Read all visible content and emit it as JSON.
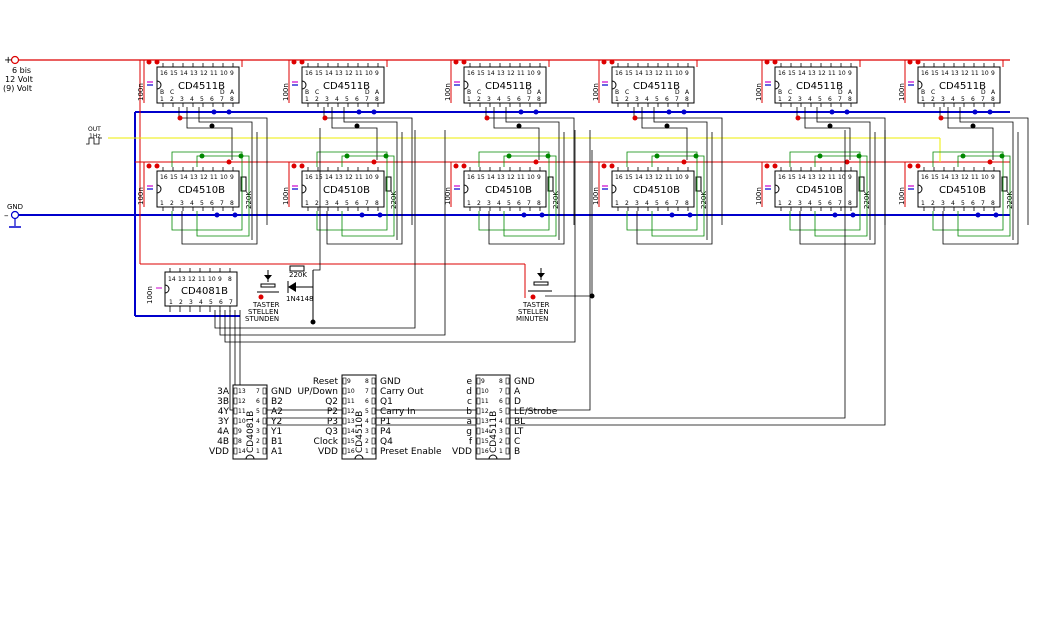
{
  "supply": {
    "plus_symbol": "+",
    "voltage_line1": "6 bis",
    "voltage_line2": "12 Volt",
    "voltage_line3": "(9) Volt",
    "gnd_label": "GND",
    "minus_symbol": "–"
  },
  "out": {
    "label1": "OUT",
    "label2": "1Hz"
  },
  "decoders": {
    "name": "CD4511B",
    "cap": "100n",
    "top_pins": [
      "16",
      "15",
      "14",
      "13",
      "12",
      "11",
      "10",
      "9"
    ],
    "bottom_pins": [
      "1",
      "2",
      "3",
      "4",
      "5",
      "6",
      "7",
      "8"
    ],
    "seg_row": [
      "B",
      "C",
      "",
      "",
      "",
      "",
      "D",
      "A"
    ]
  },
  "counters": {
    "name": "CD4510B",
    "cap": "100n",
    "res": "220K",
    "top_pins": [
      "16",
      "15",
      "14",
      "13",
      "12",
      "11",
      "10",
      "9"
    ],
    "bottom_pins": [
      "1",
      "2",
      "3",
      "4",
      "5",
      "6",
      "7",
      "8"
    ]
  },
  "gate": {
    "name": "CD4081B",
    "cap": "100n",
    "top_pins": [
      "14",
      "13",
      "12",
      "11",
      "10",
      "9",
      "8"
    ],
    "bottom_pins": [
      "1",
      "2",
      "3",
      "4",
      "5",
      "6",
      "7"
    ]
  },
  "parts": {
    "resistor": "220K",
    "diode": "1N4148",
    "switch_hours": [
      "TASTER",
      "STELLEN",
      "STUNDEN"
    ],
    "switch_minutes": [
      "TASTER",
      "STELLEN",
      "MINUTEN"
    ]
  },
  "pinouts": {
    "cd4081": {
      "name": "CD4081B",
      "left": [
        [
          "3A",
          "1"
        ],
        [
          "3B",
          "2"
        ],
        [
          "4Y",
          "3"
        ],
        [
          "3Y",
          "4"
        ],
        [
          "4A",
          "5"
        ],
        [
          "4B",
          "6"
        ],
        [
          "VDD",
          "7"
        ]
      ],
      "left_nums": [
        "13",
        "12",
        "11",
        "10",
        "9",
        "8",
        "14"
      ],
      "right": [
        "GND",
        "B2",
        "A2",
        "Y2",
        "Y1",
        "B1",
        "A1"
      ],
      "right_nums": [
        "7",
        "6",
        "5",
        "4",
        "3",
        "2",
        "1"
      ]
    },
    "cd4510": {
      "name": "CD4510B",
      "left": [
        "Reset",
        "UP/Down",
        "Q2",
        "P2",
        "P3",
        "Q3",
        "Clock",
        "VDD"
      ],
      "left_nums": [
        "9",
        "10",
        "11",
        "12",
        "13",
        "14",
        "15",
        "16"
      ],
      "right": [
        "GND",
        "Carry Out",
        "Q1",
        "Carry In",
        "P1",
        "P4",
        "Q4",
        "Preset Enable"
      ],
      "right_nums": [
        "8",
        "7",
        "6",
        "5",
        "4",
        "3",
        "2",
        "1"
      ]
    },
    "cd4511": {
      "name": "CD4511B",
      "left": [
        "e",
        "d",
        "c",
        "b",
        "a",
        "g",
        "f",
        "VDD"
      ],
      "left_nums": [
        "9",
        "10",
        "11",
        "12",
        "13",
        "14",
        "15",
        "16"
      ],
      "right": [
        "GND",
        "A",
        "D",
        "LE/Strobe",
        "BL",
        "LT",
        "C",
        "B"
      ],
      "right_nums": [
        "8",
        "7",
        "6",
        "5",
        "4",
        "3",
        "2",
        "1"
      ]
    }
  }
}
